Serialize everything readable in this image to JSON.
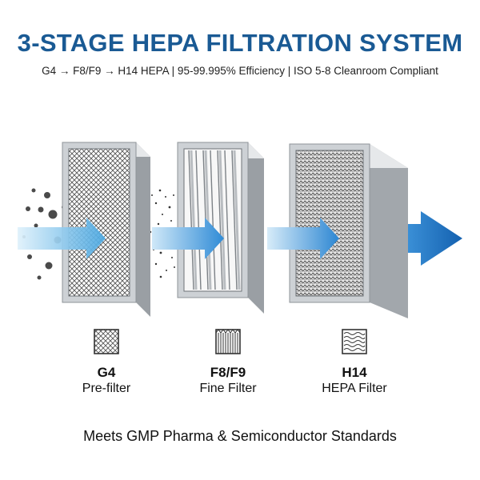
{
  "header": {
    "title": "3-STAGE HEPA FILTRATION SYSTEM",
    "subtitle": "G4 → F8/F9 → H14 HEPA | 95-99.995% Efficiency | ISO 5-8 Cleanroom Compliant"
  },
  "stages": [
    {
      "name": "G4",
      "desc": "Pre-filter",
      "icon": "crosshatch-mesh-icon"
    },
    {
      "name": "F8/F9",
      "desc": "Fine Filter",
      "icon": "pleated-filter-icon"
    },
    {
      "name": "H14",
      "desc": "HEPA Filter",
      "icon": "wavy-hepa-icon"
    }
  ],
  "footer": {
    "text": "Meets GMP Pharma & Semiconductor Standards"
  },
  "colors": {
    "title": "#1a5a94",
    "arrow_light": "#6cc0ea",
    "arrow_mid": "#3f93d6",
    "arrow_dark": "#1765b4",
    "frame": "#c9cdd1",
    "frame_dark": "#8d9297"
  }
}
